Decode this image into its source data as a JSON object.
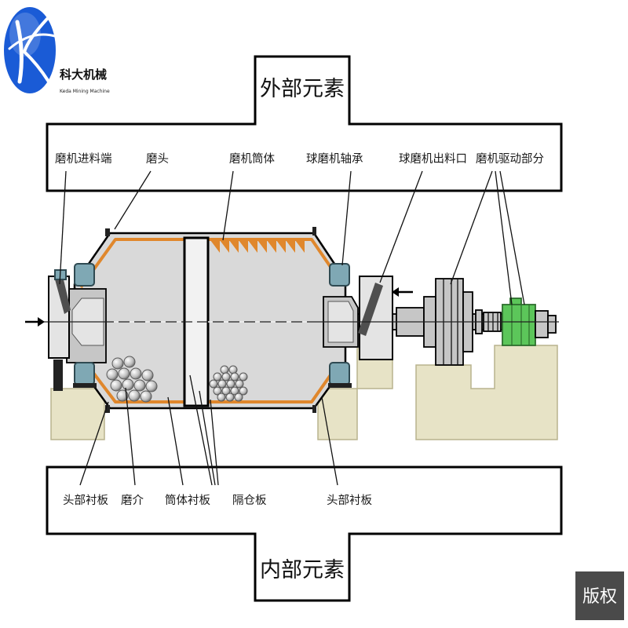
{
  "logo": {
    "brand_name": "科大机械",
    "brand_tagline": "Keda Mining Machine",
    "emblem_icon": "keda-logo-icon"
  },
  "outer_elements": {
    "title": "外部元素",
    "labels": {
      "feed_end": "磨机进料端",
      "mill_head": "磨头",
      "mill_shell": "磨机筒体",
      "mill_bearing": "球磨机轴承",
      "discharge_outlet": "球磨机出料口",
      "drive_section": "磨机驱动部分"
    }
  },
  "inner_elements": {
    "title": "内部元素",
    "labels": {
      "head_liner_left": "头部衬板",
      "grinding_media": "磨介",
      "shell_liner": "筒体衬板",
      "partition_board": "隔仓板",
      "head_liner_right": "头部衬板"
    }
  },
  "watermark": "版权",
  "colors": {
    "logo_blue": "#1a5bd6",
    "liner_orange": "#e0872c",
    "bearing_teal": "#7fa8b4",
    "foundation_beige": "#e7e3c6",
    "motor_green": "#5cc65a",
    "shell_gray": "#d9d9d9",
    "watermark_gray": "#4a4a4a"
  }
}
